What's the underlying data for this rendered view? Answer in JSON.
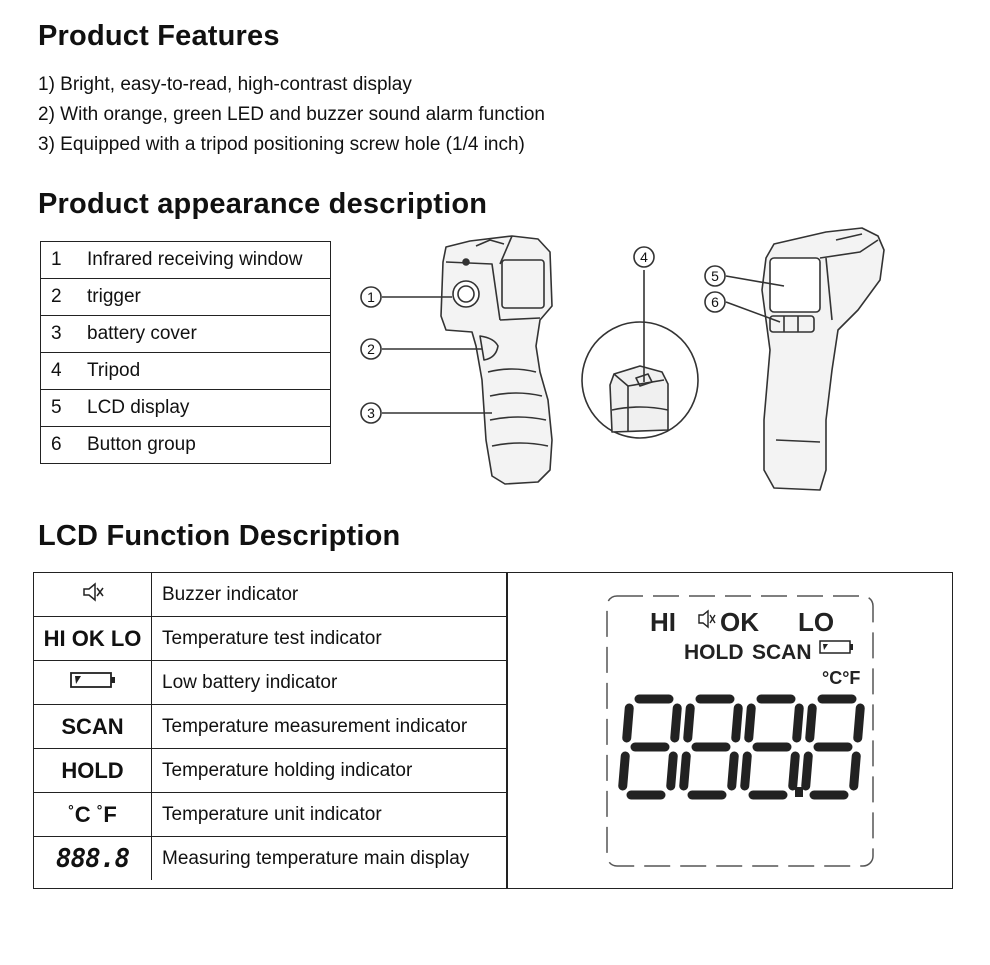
{
  "features": {
    "title": "Product Features",
    "items": [
      "1) Bright, easy-to-read, high-contrast display",
      "2) With orange, green LED and buzzer sound alarm function",
      "3) Equipped with a tripod positioning screw hole (1/4 inch)"
    ]
  },
  "appearance": {
    "title": "Product appearance description",
    "parts": [
      {
        "num": "1",
        "label": "Infrared receiving window"
      },
      {
        "num": "2",
        "label": "trigger"
      },
      {
        "num": "3",
        "label": "battery cover"
      },
      {
        "num": "4",
        "label": "Tripod"
      },
      {
        "num": "5",
        "label": "LCD display"
      },
      {
        "num": "6",
        "label": "Button group"
      }
    ],
    "callouts": [
      "1",
      "2",
      "3",
      "4",
      "5",
      "6"
    ]
  },
  "lcd": {
    "title": "LCD Function Description",
    "rows": [
      {
        "symbol_icon": "speaker-mute-icon",
        "desc": "Buzzer indicator"
      },
      {
        "symbol": "HI OK LO",
        "desc": "Temperature test indicator"
      },
      {
        "symbol_icon": "battery-low-icon",
        "desc": "Low battery indicator"
      },
      {
        "symbol": "SCAN",
        "desc": "Temperature measurement indicator"
      },
      {
        "symbol": "HOLD",
        "desc": "Temperature holding indicator"
      },
      {
        "symbol_deg1": "°",
        "symbol_c": "C",
        "symbol_deg2": "°",
        "symbol_f": "F",
        "desc": "Temperature unit indicator"
      },
      {
        "symbol": "888.8",
        "desc": "Measuring temperature main display"
      }
    ],
    "screen": {
      "hi": "HI",
      "ok": "OK",
      "lo": "LO",
      "hold": "HOLD",
      "scan": "SCAN",
      "units": "°C°F",
      "digits": "888.8"
    }
  }
}
